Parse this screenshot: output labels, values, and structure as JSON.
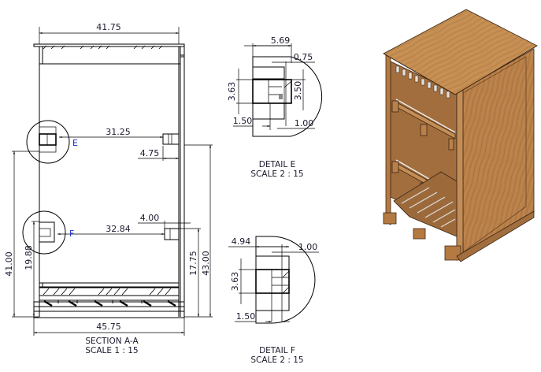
{
  "section_view": {
    "title": "SECTION A-A",
    "scale": "SCALE 1 : 15",
    "dimensions": {
      "top_width": "41.75",
      "bottom_width": "45.75",
      "upper_rail_span": "31.25",
      "upper_rail_offset": "4.75",
      "lower_rail_span": "32.84",
      "lower_rail_offset": "4.00",
      "left_height_total": "41.00",
      "left_height_lower_rail": "19.88",
      "right_height_lower_rail": "17.75",
      "right_height_total": "43.00"
    },
    "callouts": [
      "E",
      "F"
    ]
  },
  "detail_e": {
    "title": "DETAIL E",
    "scale": "SCALE 2 : 15",
    "dimensions": {
      "width": "5.69",
      "top_right": "0.75",
      "left_height": "3.63",
      "right_height": "3.50",
      "bottom_left": "1.50",
      "bottom_right": "1.00"
    }
  },
  "detail_f": {
    "title": "DETAIL F",
    "scale": "SCALE 2 : 15",
    "dimensions": {
      "width": "4.94",
      "top_right": "1.00",
      "left_height": "3.63",
      "bottom_left": "1.50"
    }
  },
  "iso_view": {
    "description": "Isometric render of wooden crate with open front showing internal rails and pallet base",
    "colors": {
      "wood_light": "#c99358",
      "wood_mid": "#b57a42",
      "wood_dark": "#8f5a2c",
      "outline": "#3a2614"
    }
  }
}
